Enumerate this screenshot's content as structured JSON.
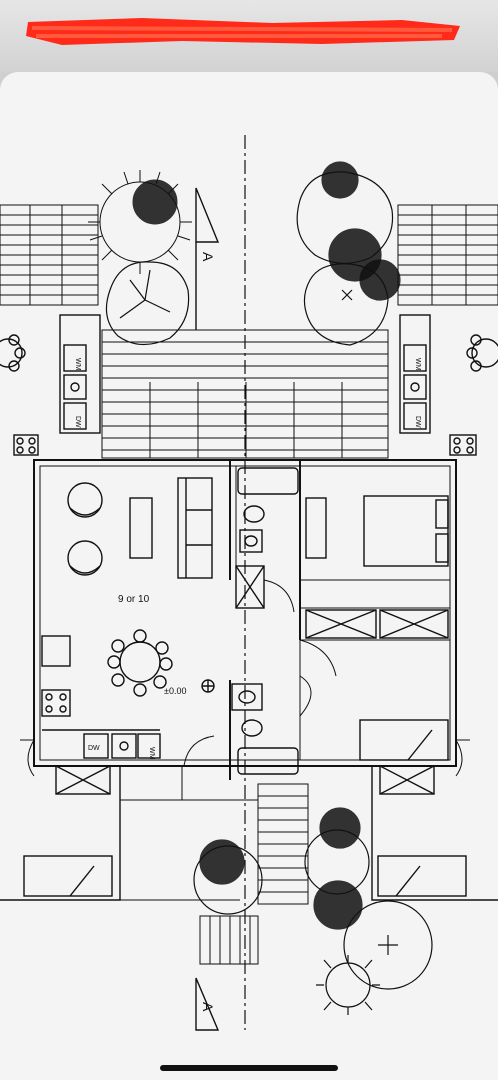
{
  "plan": {
    "unit_label": "9 or 10",
    "elevation_mark": "±0.00",
    "section_marker_top": "A",
    "section_marker_bottom": "A",
    "appliance_labels": {
      "wm_left": "WM",
      "dw_left": "DW",
      "wm_right": "WM",
      "dw_right": "DW",
      "dw_kitchen": "DW",
      "wm_kitchen": "WM"
    }
  },
  "colors": {
    "redaction": "#ff2a1a",
    "line": "#111111",
    "paper": "#f4f4f4"
  }
}
